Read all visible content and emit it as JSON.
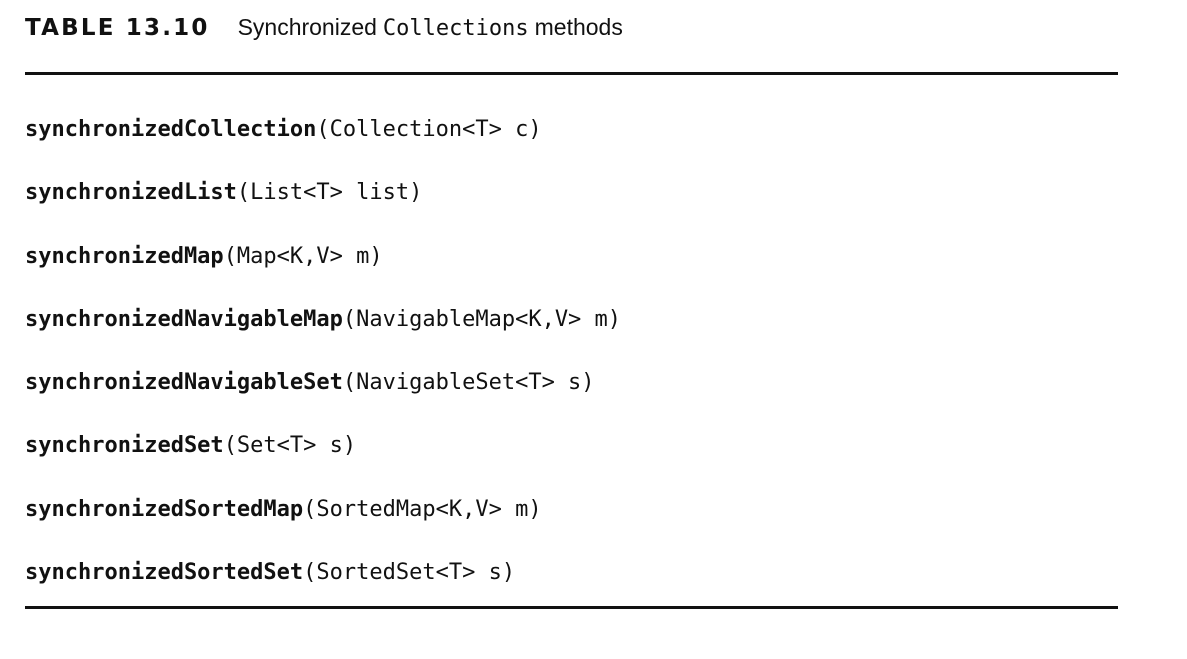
{
  "caption": {
    "label": "TABLE 13.10",
    "title_prefix": "Synchronized",
    "title_code": "Collections",
    "title_suffix": "methods"
  },
  "methods": [
    {
      "name": "synchronizedCollection",
      "params": "(Collection<T> c)"
    },
    {
      "name": "synchronizedList",
      "params": "(List<T> list)"
    },
    {
      "name": "synchronizedMap",
      "params": "(Map<K,V> m)"
    },
    {
      "name": "synchronizedNavigableMap",
      "params": "(NavigableMap<K,V> m)"
    },
    {
      "name": "synchronizedNavigableSet",
      "params": "(NavigableSet<T> s)"
    },
    {
      "name": "synchronizedSet",
      "params": "(Set<T> s)"
    },
    {
      "name": "synchronizedSortedMap",
      "params": "(SortedMap<K,V> m)"
    },
    {
      "name": "synchronizedSortedSet",
      "params": "(SortedSet<T> s)"
    }
  ]
}
